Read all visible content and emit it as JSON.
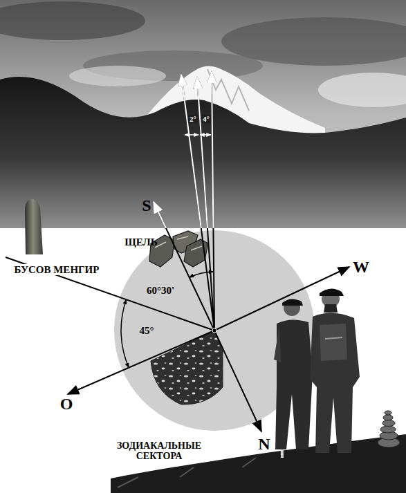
{
  "diagram": {
    "labels": [
      "2°",
      "4°",
      "S",
      "ЩЕЛЬ",
      "60°30'",
      "W",
      "БУСОВ МЕНГИР",
      "45°",
      "O",
      "N",
      "ЗОДИАКАЛЬНЫЕ СЕКТОРА"
    ]
  }
}
